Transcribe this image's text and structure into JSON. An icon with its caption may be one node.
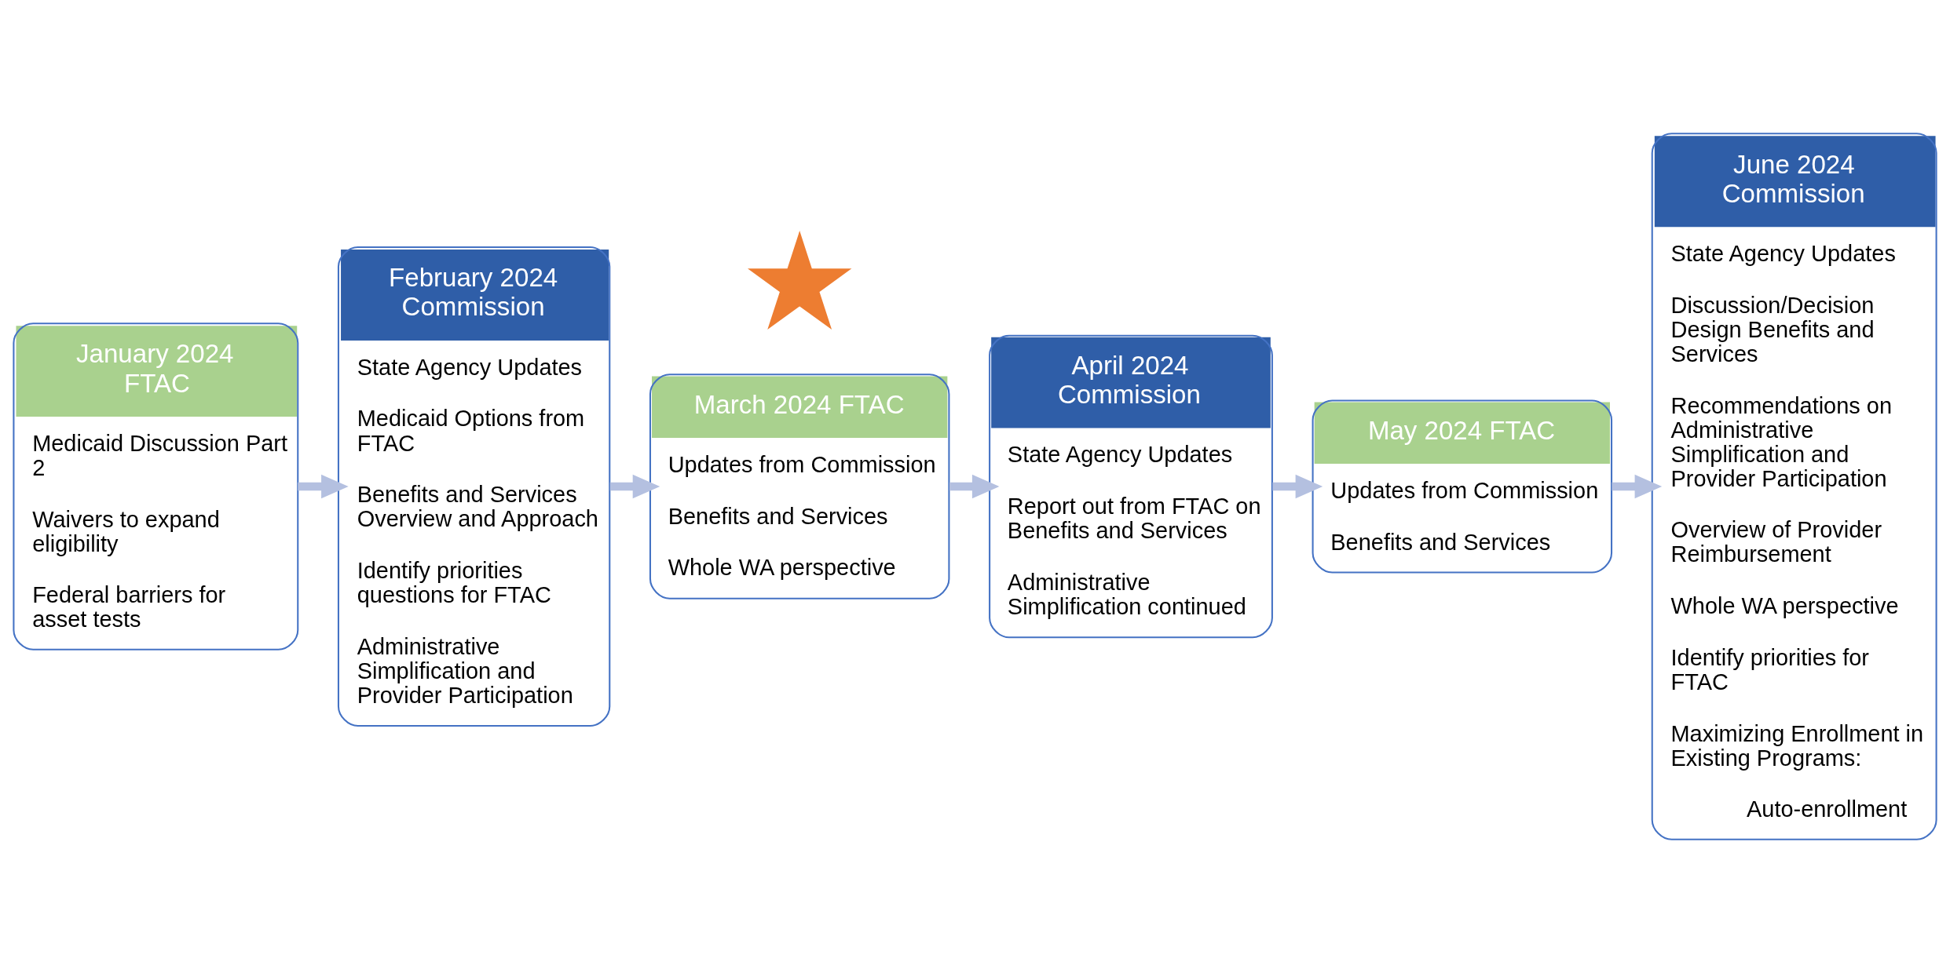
{
  "diagram": {
    "nodes": [
      {
        "text": [
          "January 2024 FTAC",
          "Medicaid Discussion Part 2",
          "Waivers to expand eligibility",
          "Federal barriers for asset tests"
        ]
      },
      {
        "text": [
          "February 2024 Commission",
          "State Agency Updates",
          "Medicaid Options from FTAC",
          "Benefits and Services Overview and Approach",
          "Identify priorities questions for FTAC",
          "Administrative Simplification and Provider Participation"
        ]
      },
      {
        "text": [
          "March 2024 FTAC",
          "Updates from Commission",
          "Benefits and Services",
          "Whole WA perspective"
        ]
      },
      {
        "text": [
          "April 2024 Commission",
          "State Agency Updates",
          "Report out from FTAC on Benefits and Services",
          "Administrative Simplification continued"
        ]
      },
      {
        "text": [
          "May 2024 FTAC",
          "Updates from Commission",
          "Benefits and Services"
        ]
      },
      {
        "text": [
          "June 2024 Commission",
          "State Agency Updates",
          "Discussion/Decision Design Benefits and Services",
          "Recommendations on Administrative Simplification and Provider Participation",
          "Overview of Provider Reimbursement",
          "Whole WA perspective",
          "Identify priorities for FTAC",
          "Maximizing Enrollment in Existing Programs:",
          "Auto-enrollment"
        ]
      },
      {
        "text": [],
        "shape": "star"
      }
    ],
    "edges": [
      {
        "from": 0,
        "to": 1,
        "arrow": "to"
      },
      {
        "from": 1,
        "to": 2,
        "arrow": "to"
      },
      {
        "from": 2,
        "to": 3,
        "arrow": "to"
      },
      {
        "from": 3,
        "to": 4,
        "arrow": "to"
      },
      {
        "from": 4,
        "to": 5,
        "arrow": "to"
      }
    ]
  }
}
